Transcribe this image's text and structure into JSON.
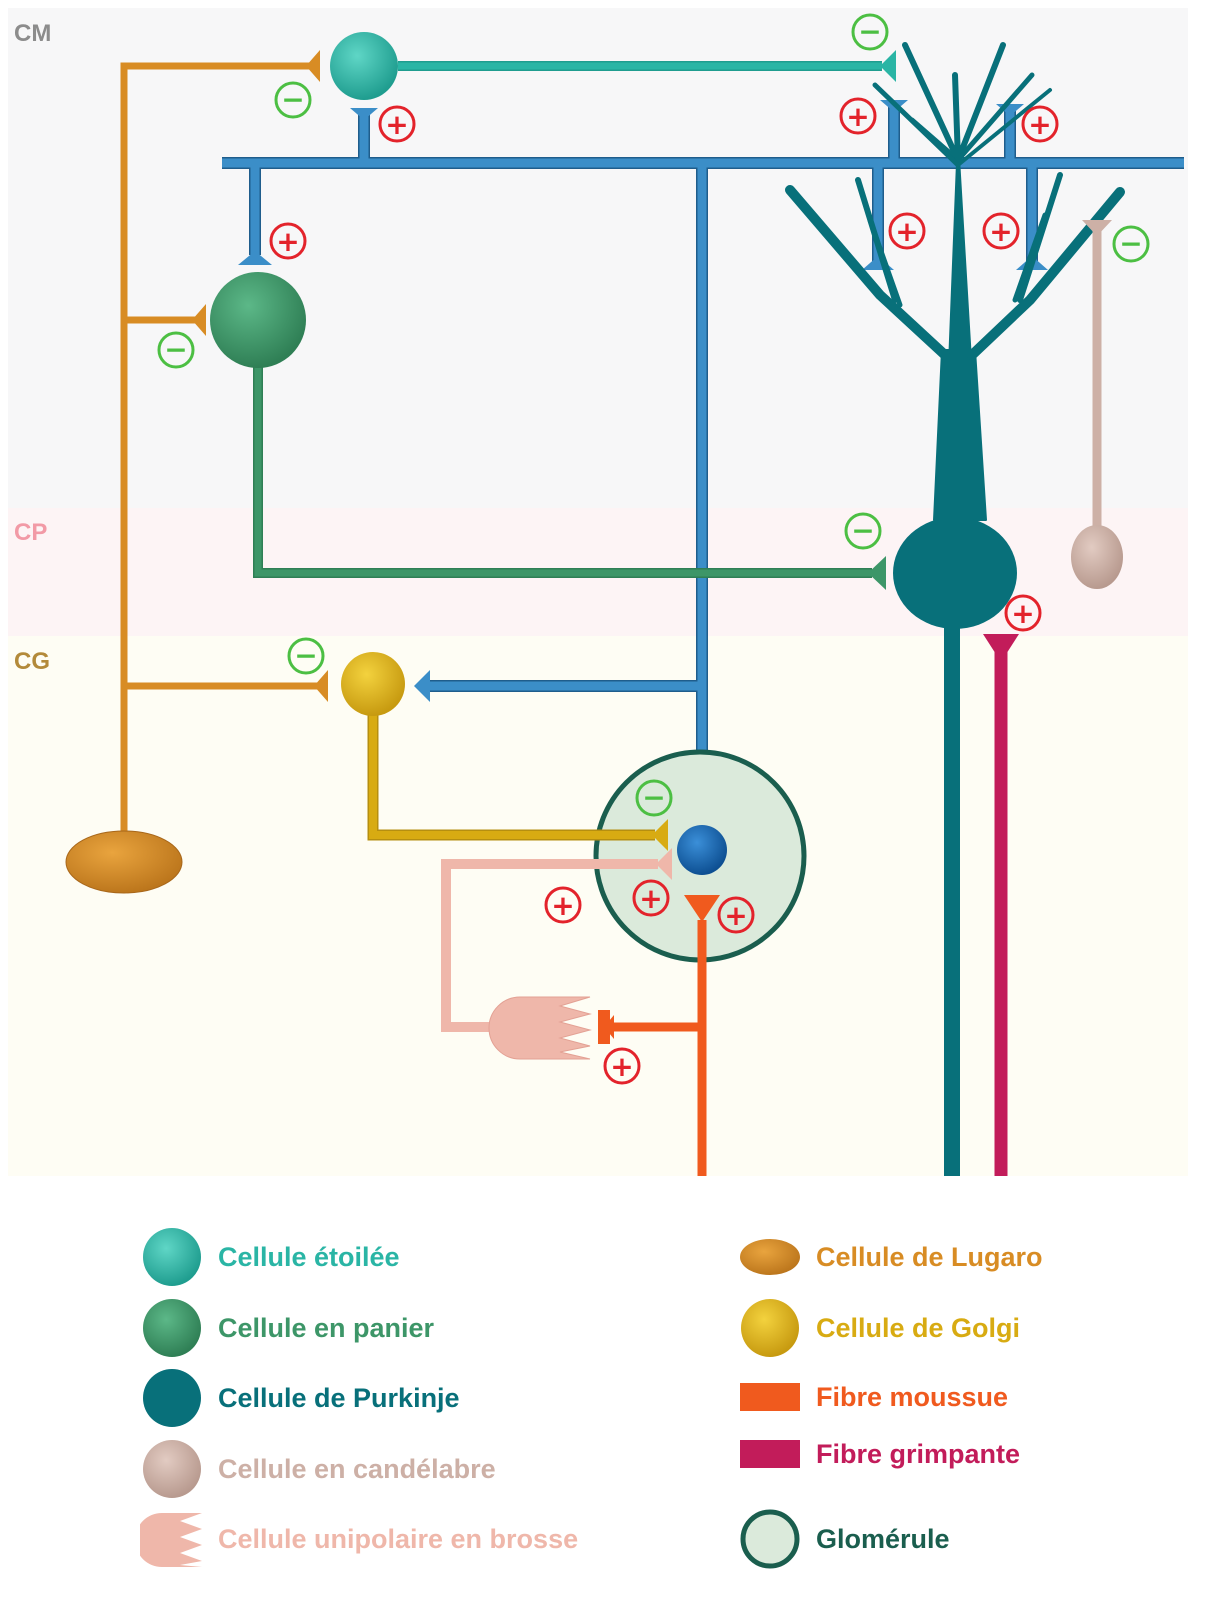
{
  "layers": [
    {
      "id": "cm",
      "label": "CM",
      "color": "#8c8c8c",
      "band": "#f7f7f8"
    },
    {
      "id": "cp",
      "label": "CP",
      "color": "#f29aa6",
      "band": "#fdf4f5"
    },
    {
      "id": "cg",
      "label": "CG",
      "color": "#b38a3a",
      "band": "#fefdf4"
    }
  ],
  "colors": {
    "stellate": "#2ab5a5",
    "basket": "#3d9668",
    "purkinje": "#08707a",
    "candelabrum": "#cdb0a6",
    "unipolar_brush": "#efb7aa",
    "lugaro": "#d88c24",
    "golgi": "#e2bb20",
    "granule_fibre": "#3b8ec8",
    "granule_cell": "#1466b0",
    "mossy_fibre": "#f05a1e",
    "climbing_fibre": "#c21c5a",
    "glomerulus_fill": "#dbeadb",
    "glomerulus_stroke": "#1a5e4e",
    "excitatory": "#e3232b",
    "inhibitory": "#4cbf43"
  },
  "signs": {
    "plus": "+",
    "minus": "−"
  },
  "legend": {
    "left": [
      {
        "id": "stellate",
        "label": "Cellule étoilée",
        "icon": "stellate-cell-icon",
        "color": "#2ab5a5"
      },
      {
        "id": "basket",
        "label": "Cellule en panier",
        "icon": "basket-cell-icon",
        "color": "#3d9668"
      },
      {
        "id": "purkinje",
        "label": "Cellule de Purkinje",
        "icon": "purkinje-cell-icon",
        "color": "#08707a"
      },
      {
        "id": "candelabrum",
        "label": "Cellule en candélabre",
        "icon": "candelabrum-cell-icon",
        "color": "#cdb0a6"
      },
      {
        "id": "unipolar_brush",
        "label": "Cellule unipolaire en brosse",
        "icon": "unipolar-brush-cell-icon",
        "color": "#efb7aa"
      }
    ],
    "right": [
      {
        "id": "lugaro",
        "label": "Cellule de Lugaro",
        "icon": "lugaro-cell-icon",
        "color": "#d88c24"
      },
      {
        "id": "golgi",
        "label": "Cellule de Golgi",
        "icon": "golgi-cell-icon",
        "color": "#d8ab12"
      },
      {
        "id": "mossy_fibre",
        "label": "Fibre moussue",
        "icon": "mossy-fibre-icon",
        "color": "#f05a1e"
      },
      {
        "id": "climbing_fibre",
        "label": "Fibre grimpante",
        "icon": "climbing-fibre-icon",
        "color": "#c21c5a"
      },
      {
        "id": "glomerulus",
        "label": "Glomérule",
        "icon": "glomerulus-icon",
        "color": "#1a5e4e"
      }
    ]
  }
}
